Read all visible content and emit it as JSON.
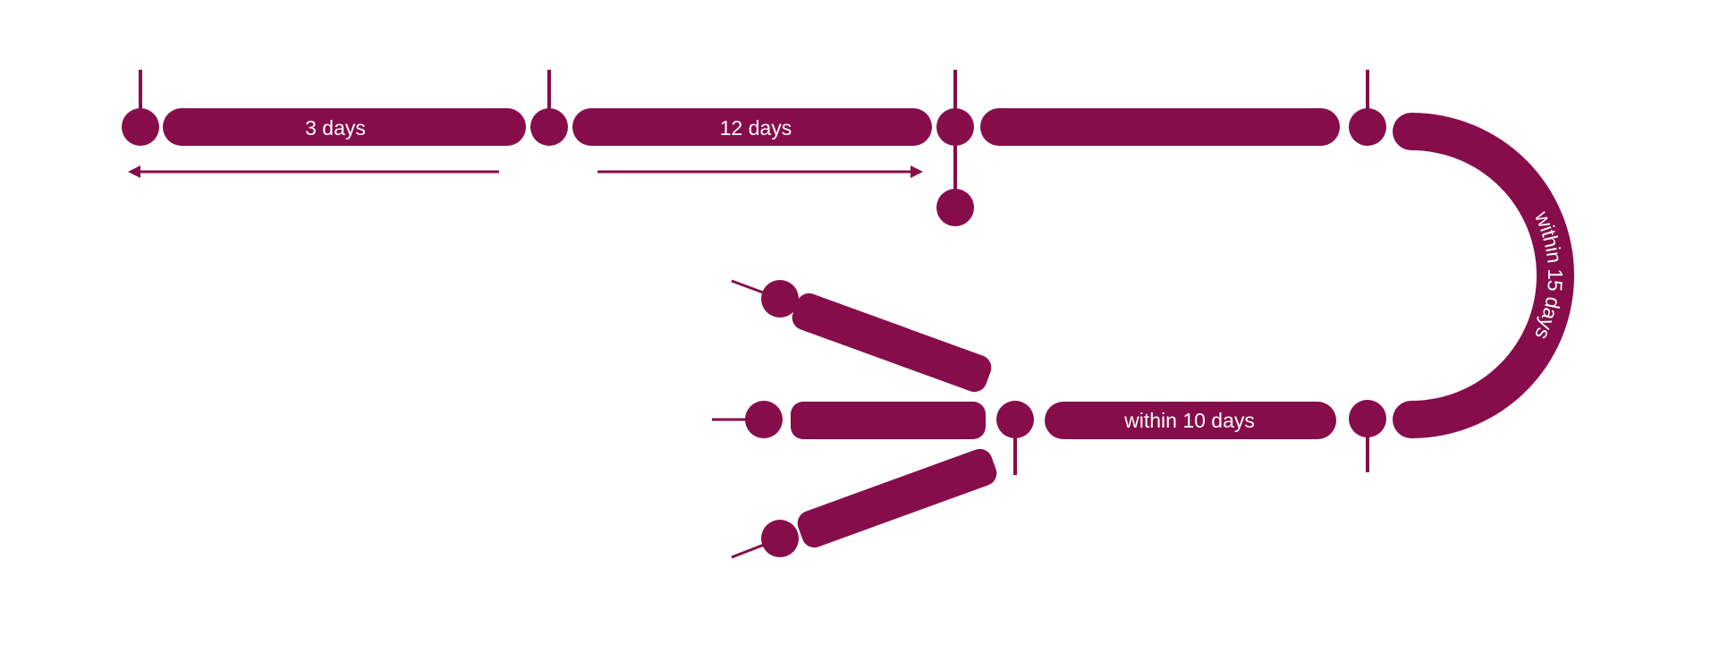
{
  "colors": {
    "primary": "#860D4A",
    "text_on_primary": "#FFFFFF",
    "background": "#FFFFFF"
  },
  "segments": {
    "s1_label": "3 days",
    "s2_label": "12 days",
    "bottom_label": "within 10 days",
    "curve_label": "within 15 days"
  }
}
